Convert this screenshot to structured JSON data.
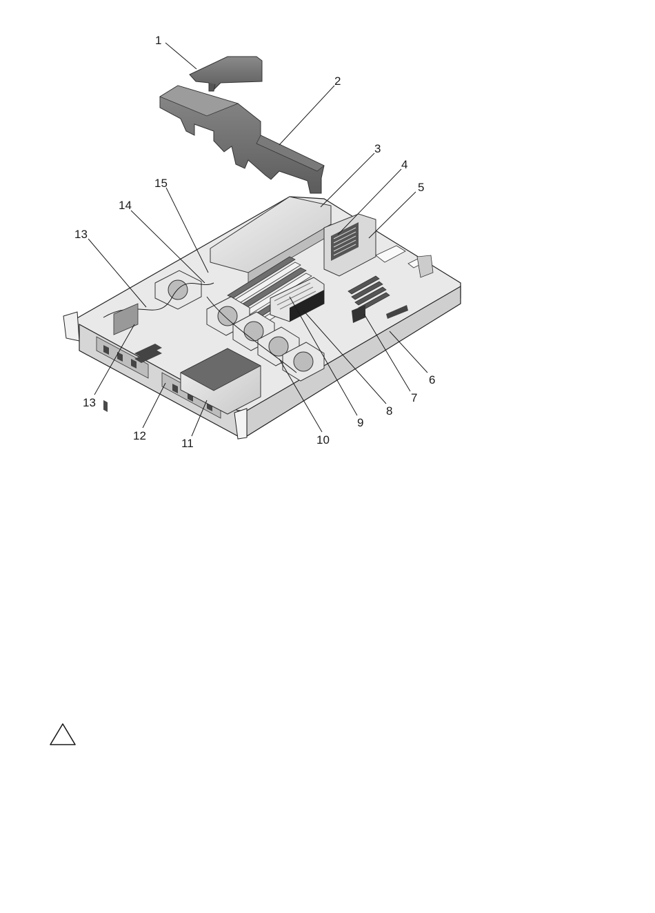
{
  "figure": {
    "icon": "server-chassis-exploded-illustration",
    "callouts": [
      "1",
      "2",
      "3",
      "4",
      "5",
      "6",
      "7",
      "8",
      "9",
      "10",
      "11",
      "12",
      "13",
      "13",
      "14",
      "15"
    ]
  },
  "caution": {
    "icon": "caution-triangle-icon"
  }
}
